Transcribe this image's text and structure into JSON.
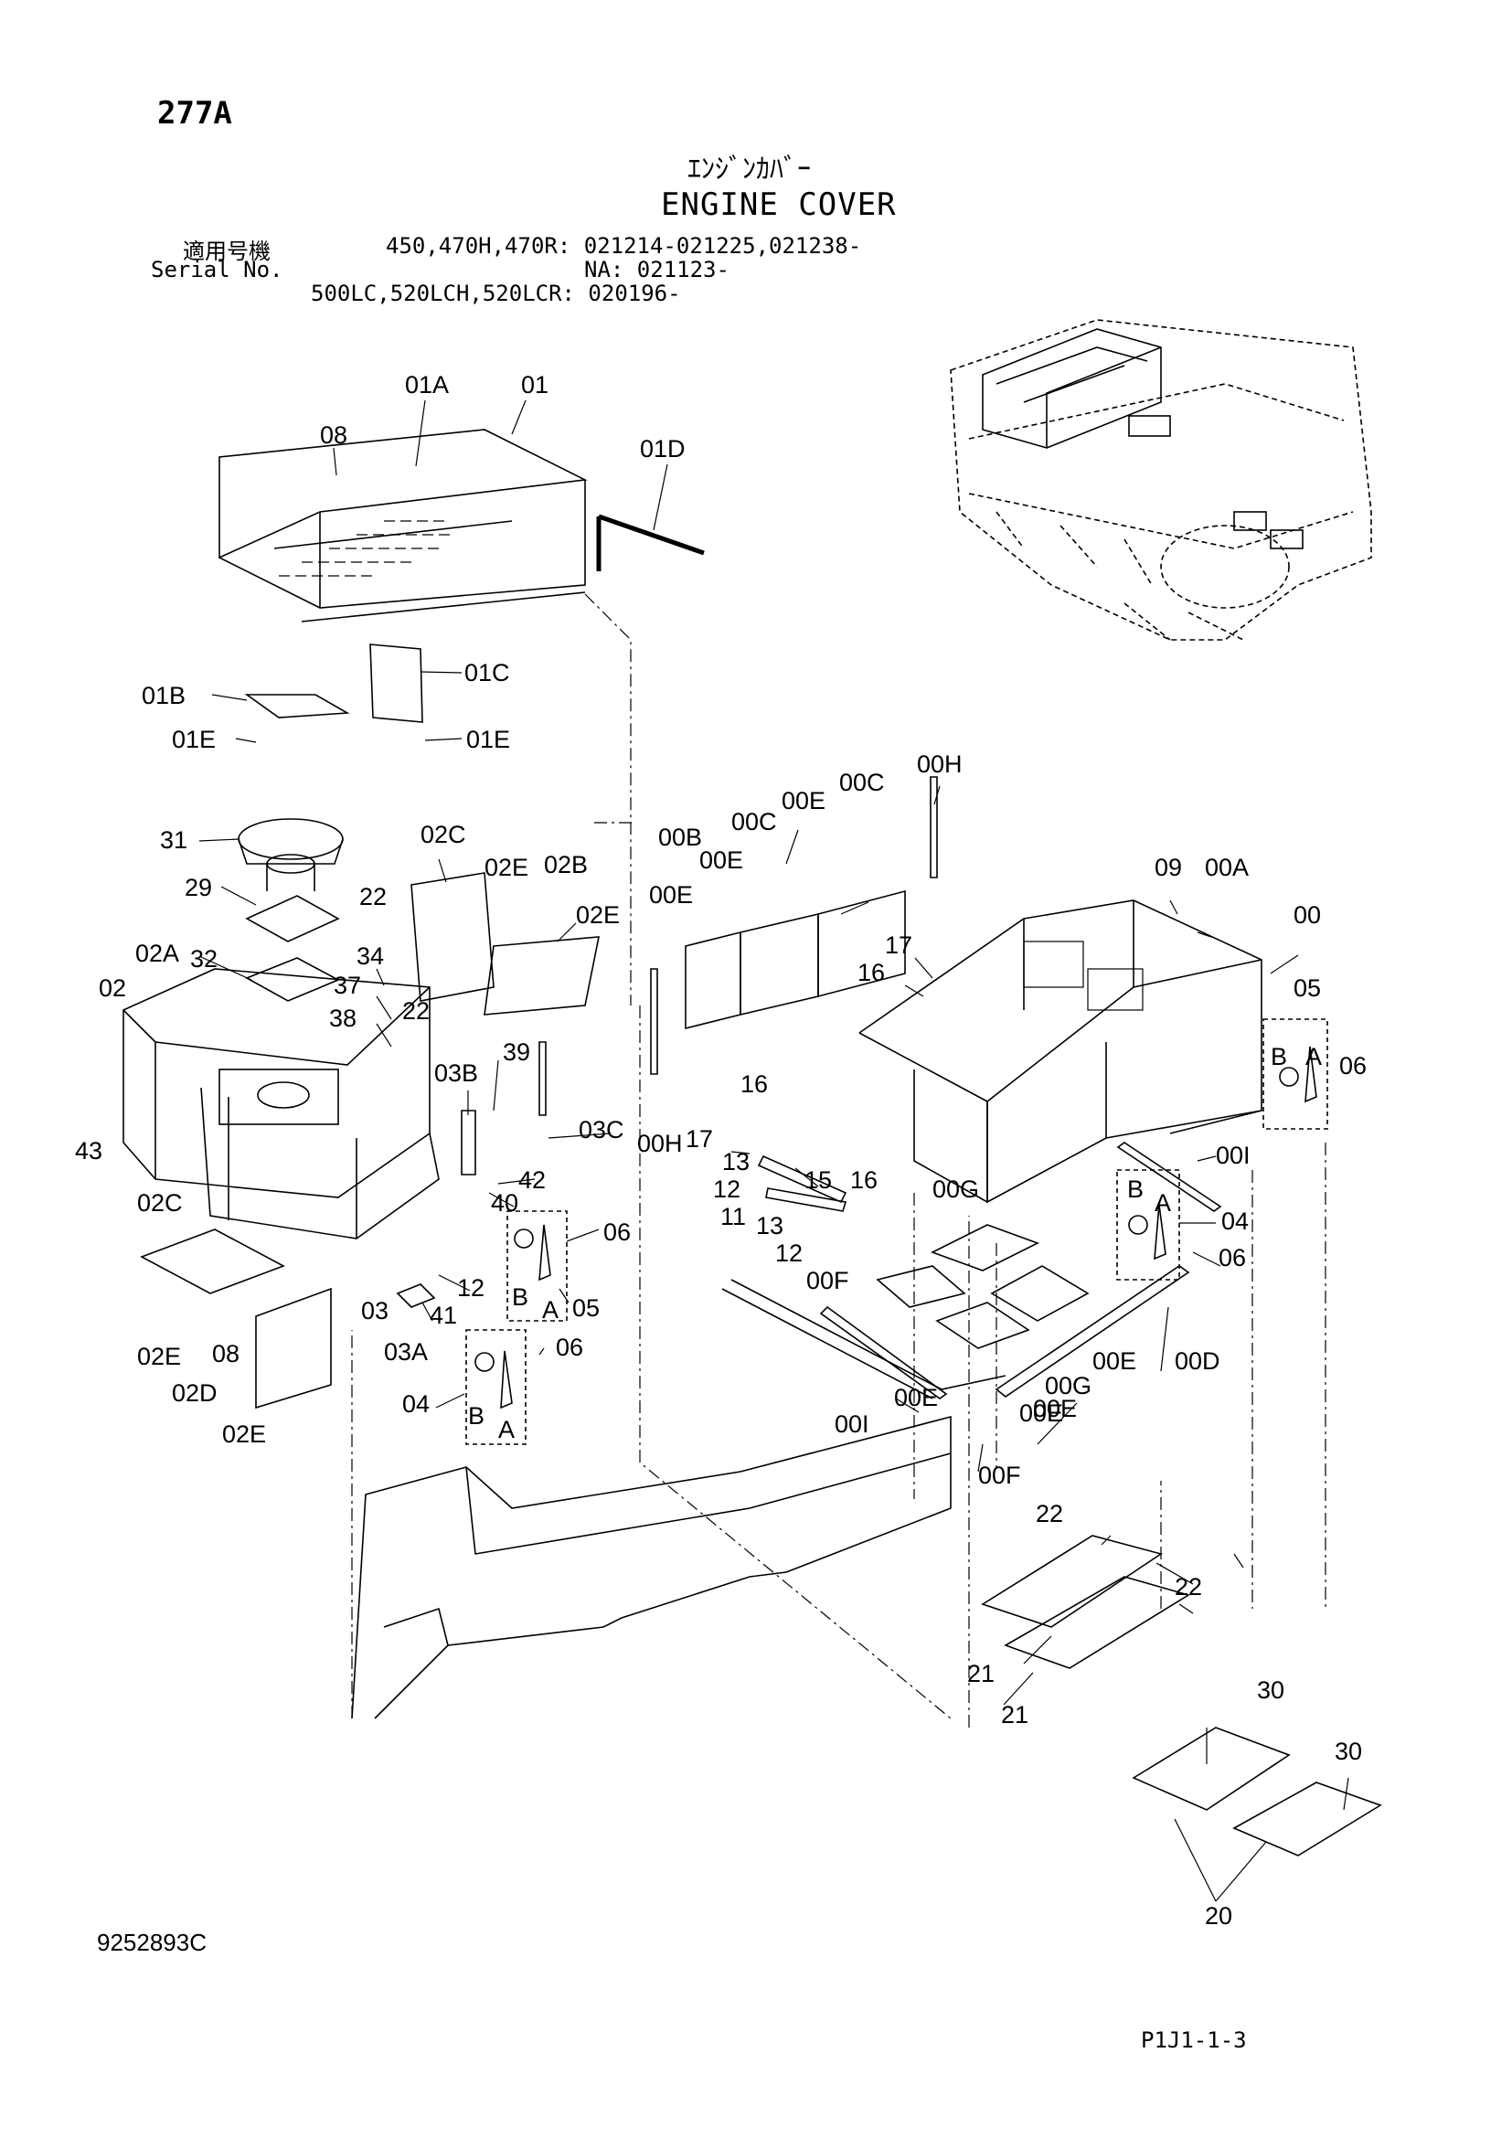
{
  "header": {
    "page_number": "277A",
    "title_jp": "ｴﾝｼﾞﾝｶﾊﾞｰ",
    "title_en": "ENGINE COVER",
    "serial_label_jp": "適用号機",
    "serial_label_en": "Serial No.",
    "serial_line_1": "450,470H,470R: 021214-021225,021238-",
    "serial_line_2": "NA: 021123-",
    "serial_line_3": "500LC,520LCH,520LCR: 020196-"
  },
  "footer": {
    "drawing_number": "9252893C",
    "sheet_ref": "P1J1-1-3"
  },
  "callouts": {
    "c01A": "01A",
    "c01": "01",
    "c08a": "08",
    "c01D": "01D",
    "c01B": "01B",
    "c01C": "01C",
    "c01Ea": "01E",
    "c01Eb": "01E",
    "c31": "31",
    "c29": "29",
    "c22a": "22",
    "c02C": "02C",
    "c02Ea": "02E",
    "c02B": "02B",
    "c02Eb": "02E",
    "c32": "32",
    "c02A": "02A",
    "c02": "02",
    "c34": "34",
    "c37": "37",
    "c38": "38",
    "c22b": "22",
    "c03B": "03B",
    "c39": "39",
    "c03C": "03C",
    "c43": "43",
    "c42": "42",
    "c40": "40",
    "c02Cb": "02C",
    "c06a": "06",
    "cBa": "B",
    "cAa": "A",
    "c05a": "05",
    "c12a": "12",
    "c03": "03",
    "c41": "41",
    "c03A": "03A",
    "c02Ec": "02E",
    "c08b": "08",
    "c02D": "02D",
    "c02Ed": "02E",
    "c04a": "04",
    "cBb": "B",
    "cAb": "A",
    "c06b": "06",
    "c00B": "00B",
    "c00Ca": "00C",
    "c00Ea": "00E",
    "c00Cb": "00C",
    "c00H": "00H",
    "c00Eb": "00E",
    "c00Ec": "00E",
    "c09": "09",
    "c00A": "00A",
    "c00": "00",
    "c17a": "17",
    "c16a": "16",
    "c05b": "05",
    "cBc": "B",
    "cAc": "A",
    "c06c": "06",
    "c00Hb": "00H",
    "c16b": "16",
    "c17b": "17",
    "c13a": "13",
    "c16c": "16",
    "c15": "15",
    "c12b": "12",
    "c11": "11",
    "c13b": "13",
    "c12c": "12",
    "c00I": "00I",
    "cBd": "B",
    "cAd": "A",
    "c04b": "04",
    "c06d": "06",
    "c00G": "00G",
    "c00F": "00F",
    "c00Ed": "00E",
    "c00Gb": "00G",
    "c00Ee": "00E",
    "c00D": "00D",
    "c00Ef": "00E",
    "c00Ib": "00I",
    "c00Eg": "00E",
    "c00Fb": "00F",
    "c22c": "22",
    "c22d": "22",
    "c21a": "21",
    "c21b": "21",
    "c30a": "30",
    "c30b": "30",
    "c20": "20"
  },
  "colors": {
    "ink": "#000000",
    "paper": "#ffffff"
  }
}
